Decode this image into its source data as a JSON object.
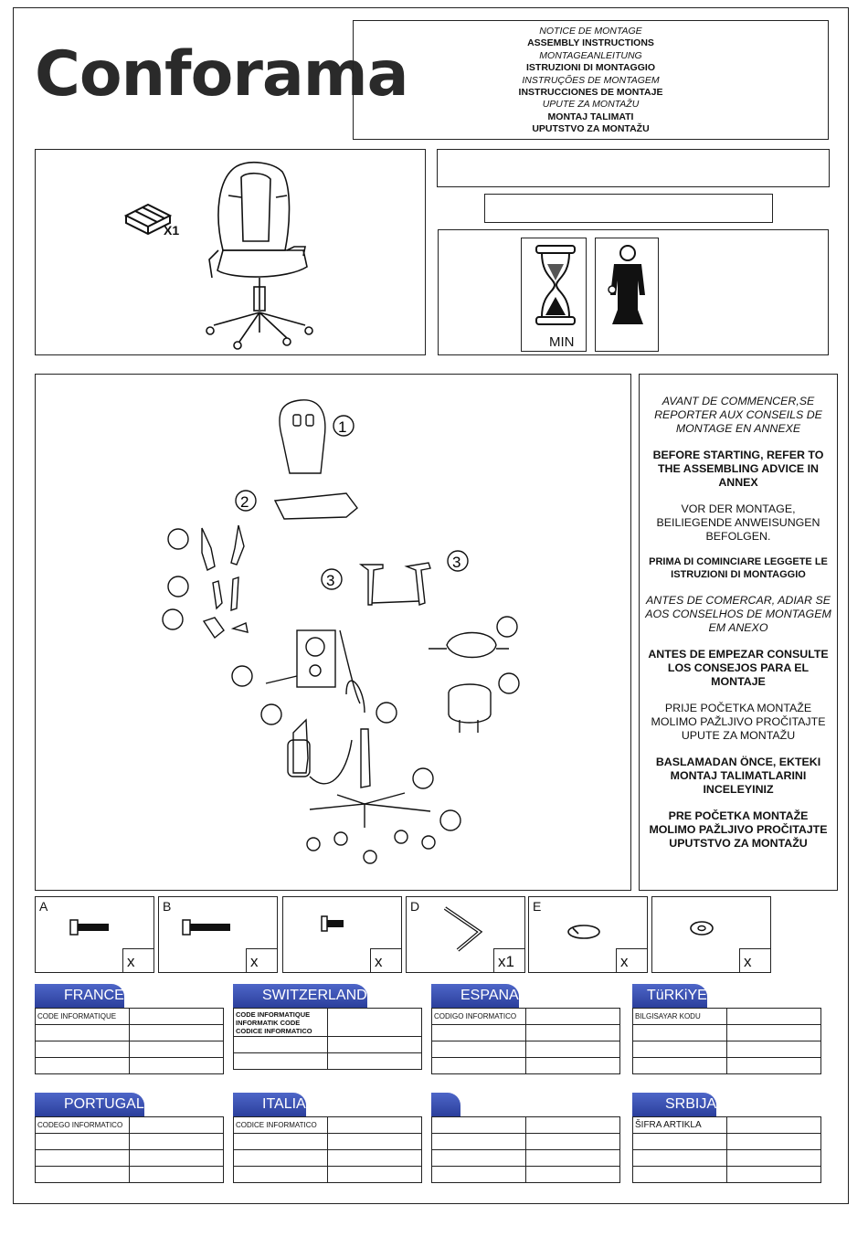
{
  "brand": {
    "name": "Conforama"
  },
  "notice": {
    "lines": [
      "NOTICE DE MONTAGE",
      "ASSEMBLY INSTRUCTIONS",
      "MONTAGEANLEITUNG",
      "ISTRUZIONI DI MONTAGGIO",
      "INSTRUÇÕES DE MONTAGEM",
      "INSTRUCCIONES DE MONTAJE",
      "UPUTE ZA MONTAŽU",
      "MONTAJ TALIMATI",
      "UPUTSTVO ZA MONTAŽU"
    ]
  },
  "product": {
    "box_qty": "X1"
  },
  "time": {
    "unit": "MIN"
  },
  "callouts": [
    "1",
    "2",
    "3",
    "3"
  ],
  "warnings": [
    "AVANT DE COMMENCER,SE REPORTER AUX CONSEILS DE MONTAGE EN ANNEXE",
    "BEFORE STARTING, REFER TO THE ASSEMBLING ADVICE IN ANNEX",
    "VOR DER MONTAGE, BEILIEGENDE ANWEISUNGEN BEFOLGEN.",
    "PRIMA DI COMINCIARE LEGGETE LE ISTRUZIONI DI MONTAGGIO",
    "ANTES DE COMERCAR, ADIAR SE AOS CONSELHOS DE MONTAGEM EM ANEXO",
    "ANTES DE EMPEZAR CONSULTE LOS CONSEJOS PARA EL MONTAJE",
    "PRIJE POČETKA MONTAŽE MOLIMO PAŽLJIVO PROČITAJTE UPUTE ZA MONTAŽU",
    "BASLAMADAN ÖNCE, EKTEKI MONTAJ TALIMATLARINI INCELEYINIZ",
    "PRE POČETKA MONTAŽE MOLIMO PAŽLJIVO PROČITAJTE UPUTSTVO ZA MONTAŽU"
  ],
  "parts": [
    {
      "letter": "A",
      "qty": "x",
      "icon": "bolt-icon"
    },
    {
      "letter": "B",
      "qty": "x",
      "icon": "long-bolt-icon"
    },
    {
      "letter": "",
      "qty": "x",
      "icon": "short-bolt-icon"
    },
    {
      "letter": "D",
      "qty": "x1",
      "icon": "allen-key-icon"
    },
    {
      "letter": "E",
      "qty": "x",
      "icon": "spring-washer-icon"
    },
    {
      "letter": "",
      "qty": "x",
      "icon": "flat-washer-icon"
    }
  ],
  "countries": [
    {
      "name": "FRANCE",
      "code_label": "CODE INFORMATIQUE"
    },
    {
      "name": "SWITZERLAND",
      "code_label": "CODE INFORMATIQUE\nINFORMATIK CODE\nCODICE INFORMATICO"
    },
    {
      "name": "ESPANA",
      "code_label": "CODIGO INFORMATICO"
    },
    {
      "name": "TüRKiYE",
      "code_label": "BILGISAYAR KODU"
    },
    {
      "name": "PORTUGAL",
      "code_label": "CODEGO INFORMATICO"
    },
    {
      "name": "ITALIA",
      "code_label": "CODICE INFORMATICO"
    },
    {
      "name": "",
      "code_label": ""
    },
    {
      "name": "SRBIJA",
      "code_label": "ŠIFRA ARTIKLA"
    }
  ],
  "colors": {
    "header_blue": "#2b3f9c"
  }
}
